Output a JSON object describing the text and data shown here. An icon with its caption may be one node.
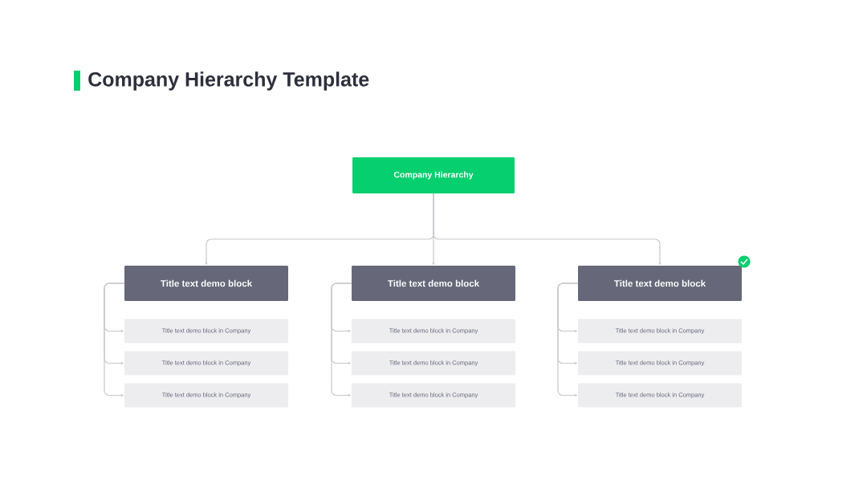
{
  "diagram": {
    "title": "Company Hierarchy Template",
    "nodes": [
      {
        "text": [
          "Company Hierarchy"
        ]
      },
      {
        "text": [
          "Title text demo block"
        ]
      },
      {
        "text": [
          "Title text demo block in Company"
        ]
      },
      {
        "text": [
          "Title text demo block in Company"
        ]
      },
      {
        "text": [
          "Title text demo block in Company"
        ]
      },
      {
        "text": [
          "Title text demo block"
        ]
      },
      {
        "text": [
          "Title text demo block in Company"
        ]
      },
      {
        "text": [
          "Title text demo block in Company"
        ]
      },
      {
        "text": [
          "Title text demo block in Company"
        ]
      },
      {
        "text": [
          "Title text demo block"
        ]
      },
      {
        "text": [
          "Title text demo block in Company"
        ]
      },
      {
        "text": [
          "Title text demo block in Company"
        ]
      },
      {
        "text": [
          "Title text demo block in Company"
        ]
      }
    ],
    "edges": [
      {
        "from": 0,
        "to": 1,
        "arrow": "to"
      },
      {
        "from": 0,
        "to": 5,
        "arrow": "to"
      },
      {
        "from": 0,
        "to": 9,
        "arrow": "to"
      },
      {
        "from": 1,
        "to": 2,
        "arrow": "to"
      },
      {
        "from": 1,
        "to": 3,
        "arrow": "to"
      },
      {
        "from": 1,
        "to": 4,
        "arrow": "to"
      },
      {
        "from": 5,
        "to": 6,
        "arrow": "to"
      },
      {
        "from": 5,
        "to": 7,
        "arrow": "to"
      },
      {
        "from": 5,
        "to": 8,
        "arrow": "to"
      },
      {
        "from": 9,
        "to": 10,
        "arrow": "to"
      },
      {
        "from": 9,
        "to": 11,
        "arrow": "to"
      },
      {
        "from": 9,
        "to": 12,
        "arrow": "to"
      }
    ]
  }
}
